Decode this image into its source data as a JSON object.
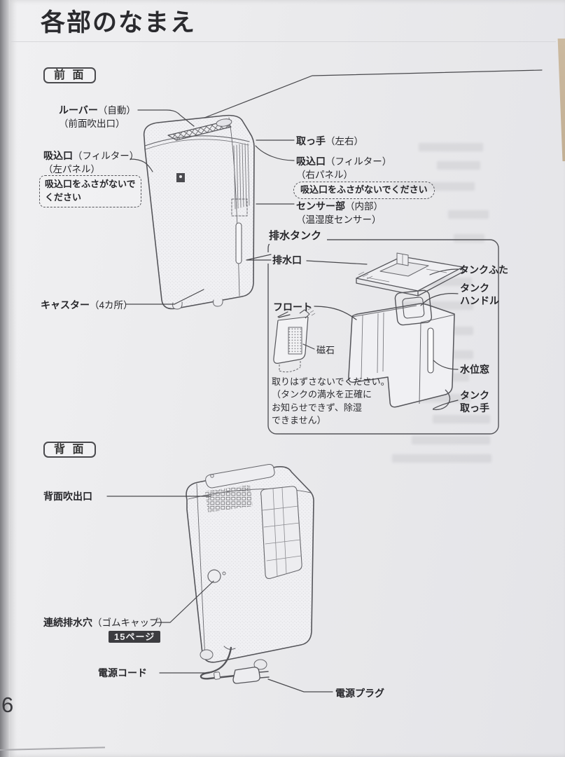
{
  "page": {
    "title": "各部のなまえ",
    "page_number": "6"
  },
  "front_section": {
    "badge": "前 面",
    "louver": {
      "name": "ルーバー",
      "suffix": "（自動）",
      "line2": "（前面吹出口）"
    },
    "intake_left": {
      "name": "吸込口",
      "suffix": "（フィルター）",
      "line2": "（左パネル）",
      "note_line1": "吸込口をふさがないで",
      "note_line2": "ください"
    },
    "handle": {
      "name": "取っ手",
      "suffix": "（左右）"
    },
    "intake_right": {
      "name": "吸込口",
      "suffix": "（フィルター）",
      "line2": "（右パネル）",
      "note": "吸込口をふさがないでください"
    },
    "sensor": {
      "name": "センサー部",
      "suffix": "（内部）",
      "line2": "（温湿度センサー）"
    },
    "caster": {
      "name": "キャスター",
      "suffix": "（4カ所）"
    }
  },
  "tank_section": {
    "header": "排水タンク",
    "drain_outlet": "排水口",
    "lid": "タンクふた",
    "handle_line1": "タンク",
    "handle_line2": "ハンドル",
    "float_label": "フロート",
    "magnet": "磁石",
    "note_line1": "取りはずさないでください。",
    "note_line2": "（タンクの満水を正確に",
    "note_line3": "お知らせできず、除湿",
    "note_line4": "できません）",
    "water_window": "水位窓",
    "grip_line1": "タンク",
    "grip_line2": "取っ手"
  },
  "back_section": {
    "badge": "背 面",
    "outlet": "背面吹出口",
    "drain_hole": {
      "name": "連続排水穴",
      "suffix": "（ゴムキャップ）",
      "badge": "15ページ"
    },
    "power_cord": "電源コード",
    "power_plug": "電源プラグ"
  },
  "colors": {
    "page_bg": "#eaeaec",
    "ink": "#2a2a2e",
    "badge_dark_bg": "#3c3c40"
  }
}
